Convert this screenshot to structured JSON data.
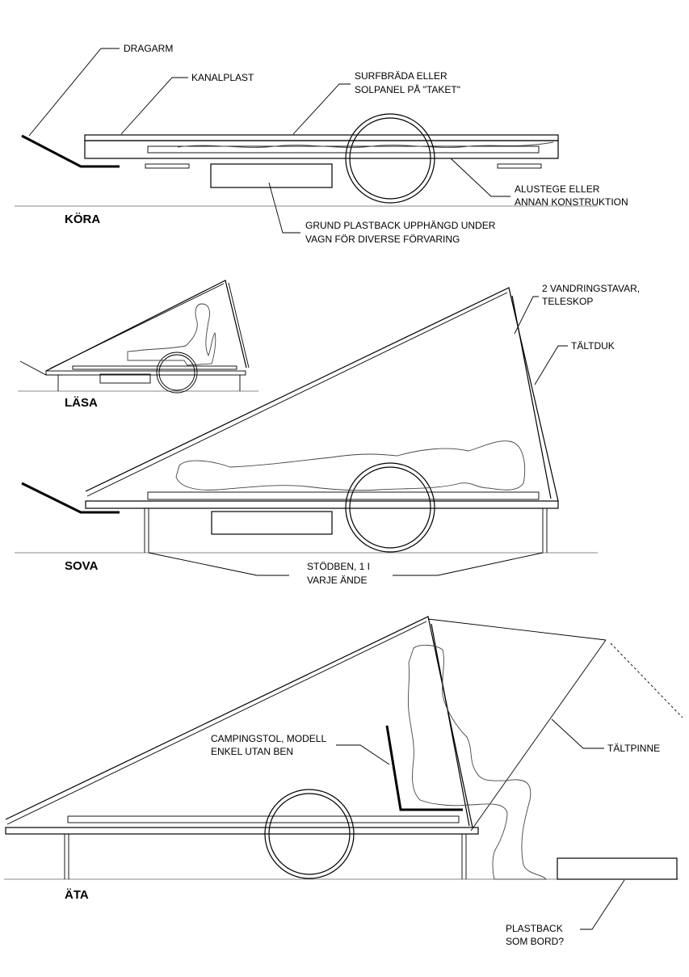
{
  "labels": {
    "dragarm": "DRAGARM",
    "kanalplast": "KANALPLAST",
    "surf_1": "SURFBRÄDA ELLER",
    "surf_2": "SOLPANEL PÅ \"TAKET\"",
    "alustege_1": "ALUSTEGE ELLER",
    "alustege_2": "ANNAN KONSTRUKTION",
    "plastback_1": "GRUND PLASTBACK UPPHÄNGD UNDER",
    "plastback_2": "VAGN FÖR DIVERSE FÖRVARING",
    "vandring_1": "2 VANDRINGSTAVAR,",
    "vandring_2": "TELESKOP",
    "taltduk": "TÄLTDUK",
    "stodben_1": "STÖDBEN, 1 I",
    "stodben_2": "VARJE ÄNDE",
    "camping_1": "CAMPINGSTOL, MODELL",
    "camping_2": "ENKEL UTAN BEN",
    "taltpinne": "TÄLTPINNE",
    "bord_1": "PLASTBACK",
    "bord_2": "SOM BORD?"
  },
  "modes": {
    "kora": "KÖRA",
    "lasa": "LÄSA",
    "sova": "SOVA",
    "ata": "ÄTA"
  }
}
